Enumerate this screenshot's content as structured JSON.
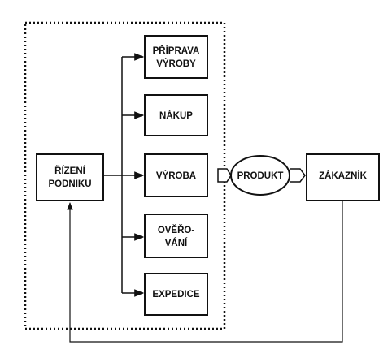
{
  "diagram": {
    "management": {
      "line1": "ŘÍZENÍ",
      "line2": "PODNIKU"
    },
    "departments": [
      {
        "line1": "PŘÍPRAVA",
        "line2": "VÝROBY"
      },
      {
        "line1": "NÁKUP",
        "line2": ""
      },
      {
        "line1": "VÝROBA",
        "line2": ""
      },
      {
        "line1": "OVĚŘO-",
        "line2": "VÁNÍ"
      },
      {
        "line1": "EXPEDICE",
        "line2": ""
      }
    ],
    "product": "PRODUKT",
    "customer": "ZÁKAZNÍK"
  }
}
